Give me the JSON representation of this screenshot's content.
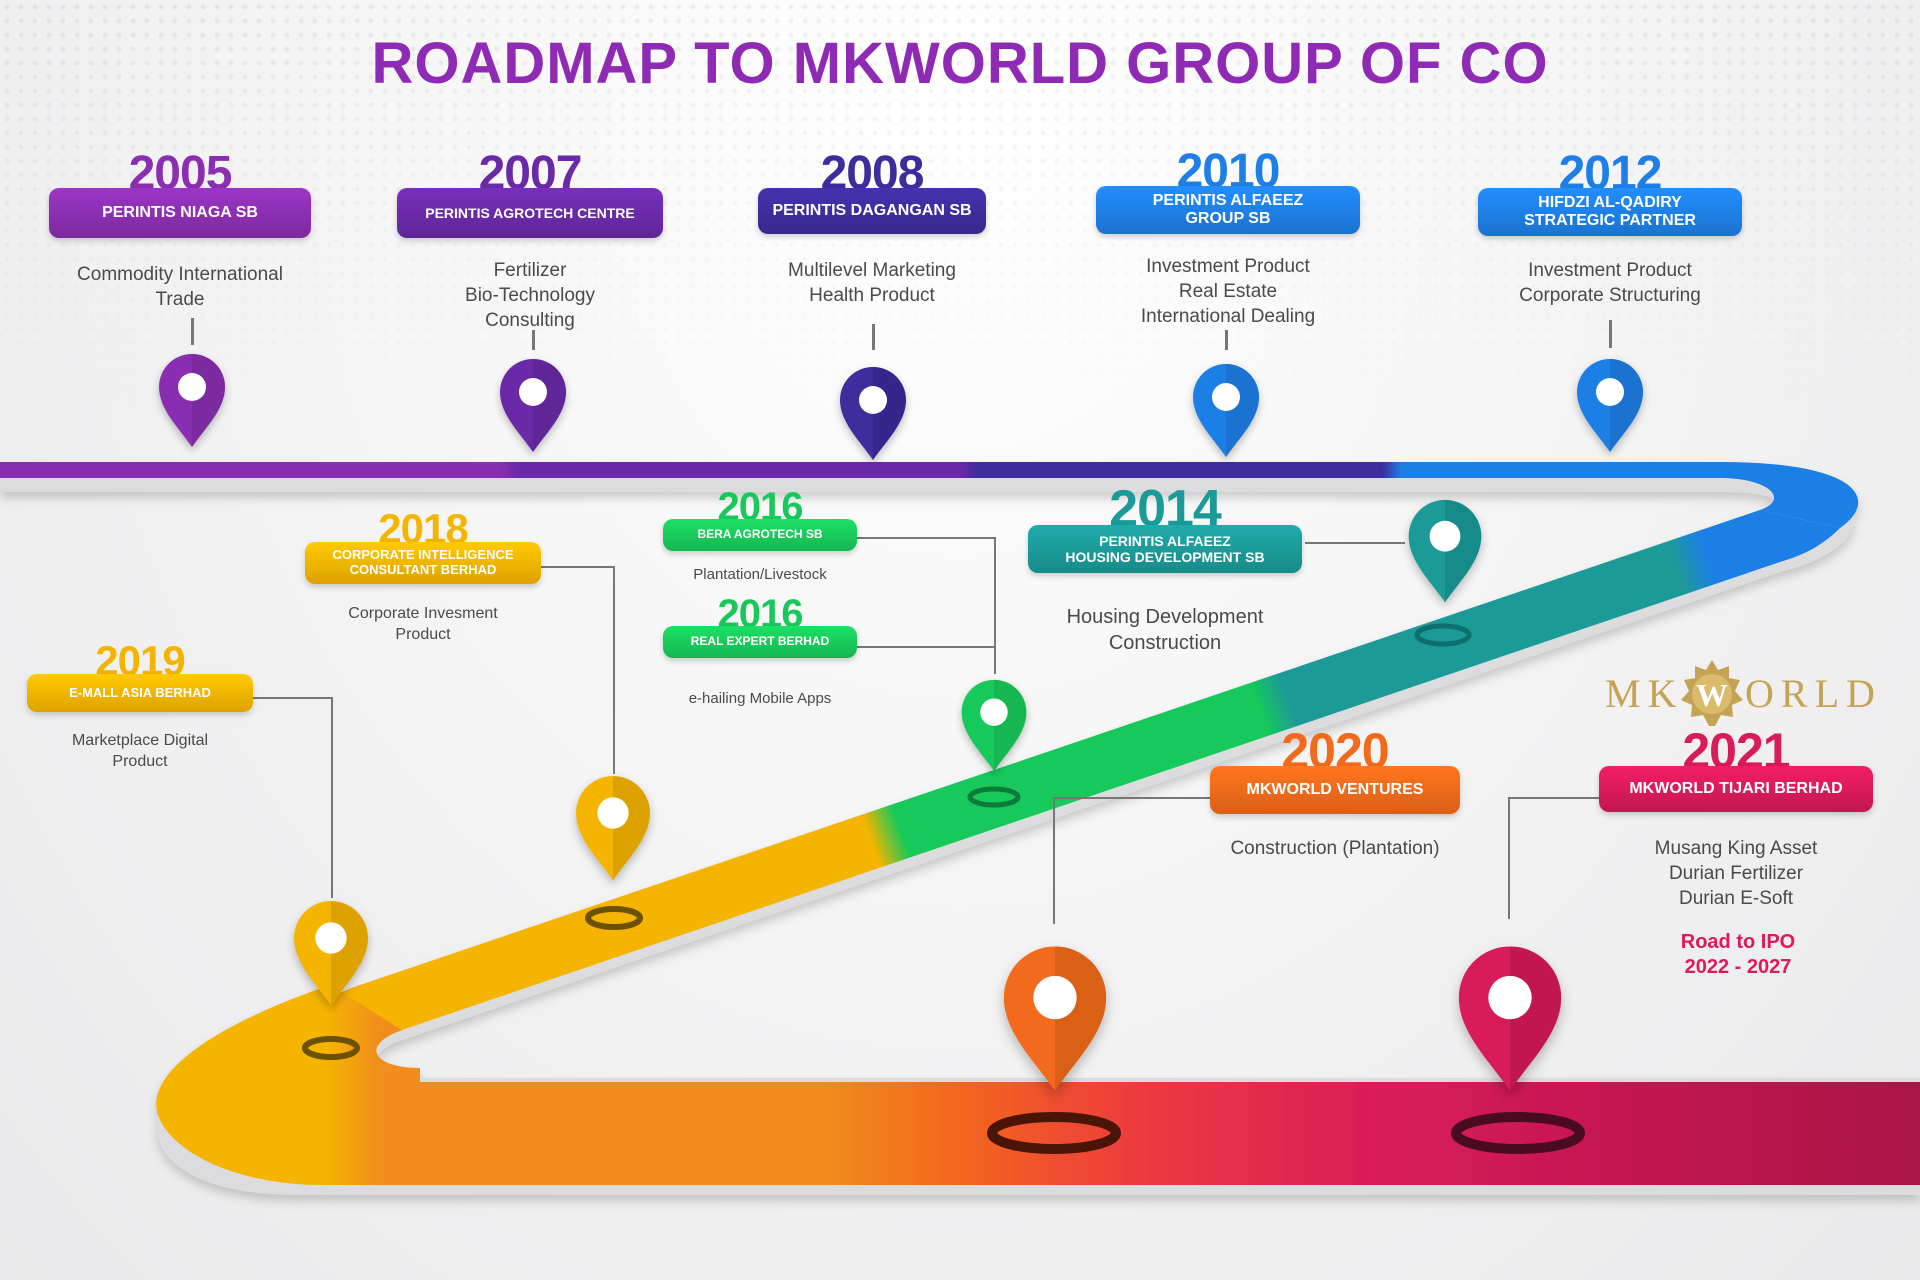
{
  "title": "ROADMAP TO MKWORLD GROUP OF CO",
  "logo": {
    "left": "MK",
    "right": "ORLD",
    "emblem": "W",
    "emblem_icon": "durian-emblem-icon"
  },
  "ipo": {
    "text": "Road to IPO\n2022 - 2027"
  },
  "colors": {
    "title": "#8e2ab3",
    "purple": "#8a2fb1",
    "violet": "#6a2aa8",
    "indigo": "#3d2d9c",
    "blue": "#1e7fe6",
    "teal": "#1b9a98",
    "green": "#18c95a",
    "orange_yellow": "#f5b400",
    "orange": "#f26a1b",
    "crimson": "#d81b5a"
  },
  "milestones": [
    {
      "id": "2005",
      "year": "2005",
      "company": "PERINTIS NIAGA SB",
      "description": "Commodity International\nTrade",
      "color": "#8a2fb1",
      "pin_icon": "map-pin-icon"
    },
    {
      "id": "2007",
      "year": "2007",
      "company": "PERINTIS AGROTECH CENTRE",
      "description": "Fertilizer\nBio-Technology\nConsulting",
      "color": "#6a2aa8",
      "pin_icon": "map-pin-icon"
    },
    {
      "id": "2008",
      "year": "2008",
      "company": "PERINTIS DAGANGAN SB",
      "description": "Multilevel Marketing\nHealth Product",
      "color": "#3d2d9c",
      "pin_icon": "map-pin-icon"
    },
    {
      "id": "2010",
      "year": "2010",
      "company": "PERINTIS ALFAEEZ\nGROUP SB",
      "description": "Investment Product\nReal Estate\nInternational Dealing",
      "color": "#1e7fe6",
      "pin_icon": "map-pin-icon"
    },
    {
      "id": "2012",
      "year": "2012",
      "company": "HIFDZI AL-QADIRY\nSTRATEGIC PARTNER",
      "description": "Investment Product\nCorporate Structuring",
      "color": "#1e7fe6",
      "pin_icon": "map-pin-icon"
    },
    {
      "id": "2014",
      "year": "2014",
      "company": "PERINTIS ALFAEEZ\nHOUSING DEVELOPMENT SB",
      "description": "Housing Development\nConstruction",
      "color": "#1b9a98",
      "pin_icon": "map-pin-icon"
    },
    {
      "id": "2016a",
      "year": "2016",
      "company": "BERA AGROTECH SB",
      "description": "Plantation/Livestock",
      "color": "#18c95a",
      "pin_icon": "map-pin-icon"
    },
    {
      "id": "2016b",
      "year": "2016",
      "company": "REAL EXPERT BERHAD",
      "description": "e-hailing Mobile Apps",
      "color": "#18c95a",
      "pin_icon": ""
    },
    {
      "id": "2018",
      "year": "2018",
      "company": "CORPORATE INTELLIGENCE\nCONSULTANT BERHAD",
      "description": "Corporate Invesment\nProduct",
      "color": "#f5b400",
      "pin_icon": "map-pin-icon"
    },
    {
      "id": "2019",
      "year": "2019",
      "company": "E-MALL ASIA BERHAD",
      "description": "Marketplace Digital\nProduct",
      "color": "#f5b400",
      "pin_icon": "map-pin-icon"
    },
    {
      "id": "2020",
      "year": "2020",
      "company": "MKWORLD VENTURES",
      "description": "Construction (Plantation)",
      "color": "#f26a1b",
      "pin_icon": "map-pin-icon"
    },
    {
      "id": "2021",
      "year": "2021",
      "company": "MKWORLD TIJARI BERHAD",
      "description": "Musang King Asset\nDurian Fertilizer\nDurian E-Soft",
      "color": "#d81b5a",
      "pin_icon": "map-pin-icon"
    }
  ]
}
